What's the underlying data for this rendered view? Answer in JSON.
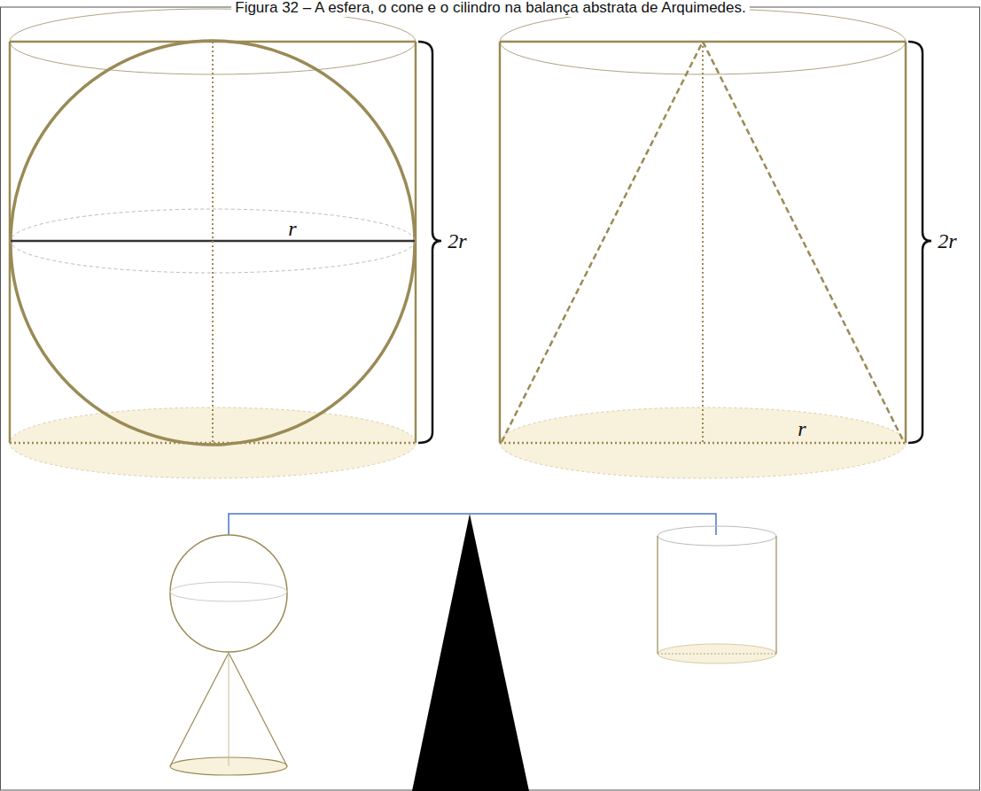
{
  "diagram": {
    "caption": "Figura 32 – A esfera, o cone e o cilindro na balança abstrata de Arquimedes.",
    "labels": [
      "r",
      "2r",
      "2r",
      "r"
    ]
  }
}
